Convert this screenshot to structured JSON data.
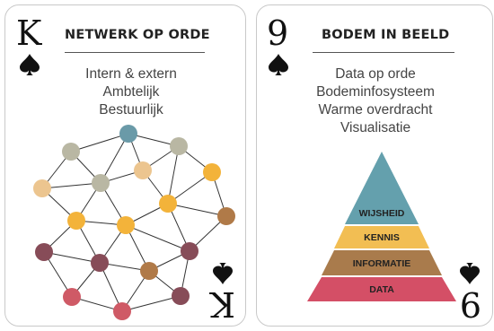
{
  "cards": [
    {
      "rank": "K",
      "suit_icon": "spade-icon",
      "title": "NETWERK OP ORDE",
      "lines": [
        "Intern & extern",
        "Ambtelijk",
        "Bestuurlijk"
      ],
      "colors": [
        "#6a9aa8",
        "#b9b7a3",
        "#ecc58f",
        "#f3b33a",
        "#b07a48",
        "#874c58",
        "#cf5a66"
      ]
    },
    {
      "rank": "9",
      "suit_icon": "spade-icon",
      "title": "BODEM IN BEELD",
      "lines": [
        "Data op orde",
        "Bodeminfosysteem",
        "Warme overdracht",
        "Visualisatie"
      ],
      "pyramid": [
        {
          "label": "WIJSHEID",
          "color": "#64a0ad"
        },
        {
          "label": "KENNIS",
          "color": "#f2be53"
        },
        {
          "label": "INFORMATIE",
          "color": "#a97b4c"
        },
        {
          "label": "DATA",
          "color": "#d44f66"
        }
      ]
    }
  ]
}
